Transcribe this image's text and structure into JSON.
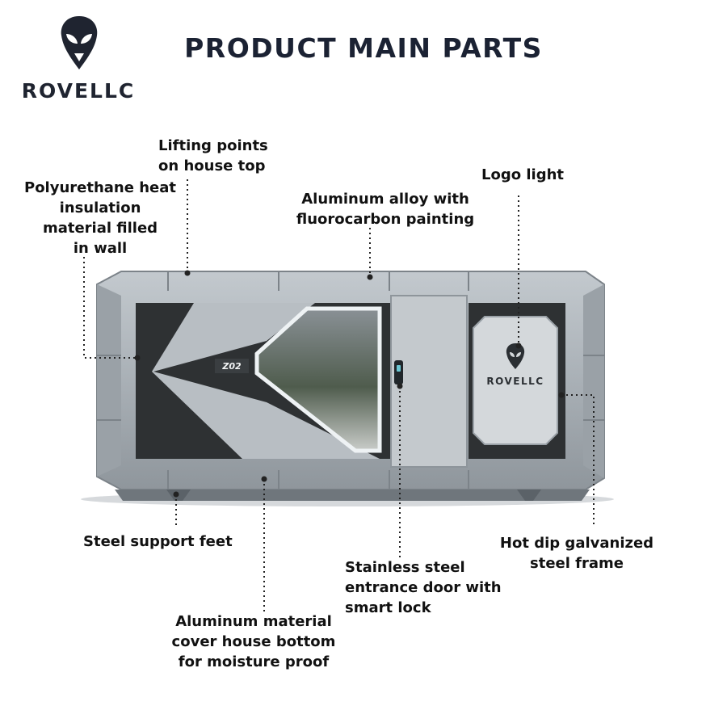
{
  "brand": {
    "name": "ROVELLC",
    "logo_icon": "alien-head-icon"
  },
  "title": "PRODUCT MAIN PARTS",
  "product": {
    "badge": "Z02",
    "side_panel_brand": "ROVELLC",
    "body_color": "#aab1b8",
    "dark_panel_color": "#2e3133"
  },
  "callouts": {
    "lifting_points": "Lifting points\non house top",
    "insulation": "Polyurethane heat\ninsulation\nmaterial filled\nin wall",
    "aluminum_alloy": "Aluminum alloy with\nfluorocarbon painting",
    "logo_light": "Logo light",
    "support_feet": "Steel support feet",
    "steel_frame": "Hot dip galvanized\nsteel frame",
    "entrance_door": "Stainless steel\nentrance door with\nsmart lock",
    "cover_bottom": "Aluminum material\ncover house bottom\nfor moisture proof"
  }
}
